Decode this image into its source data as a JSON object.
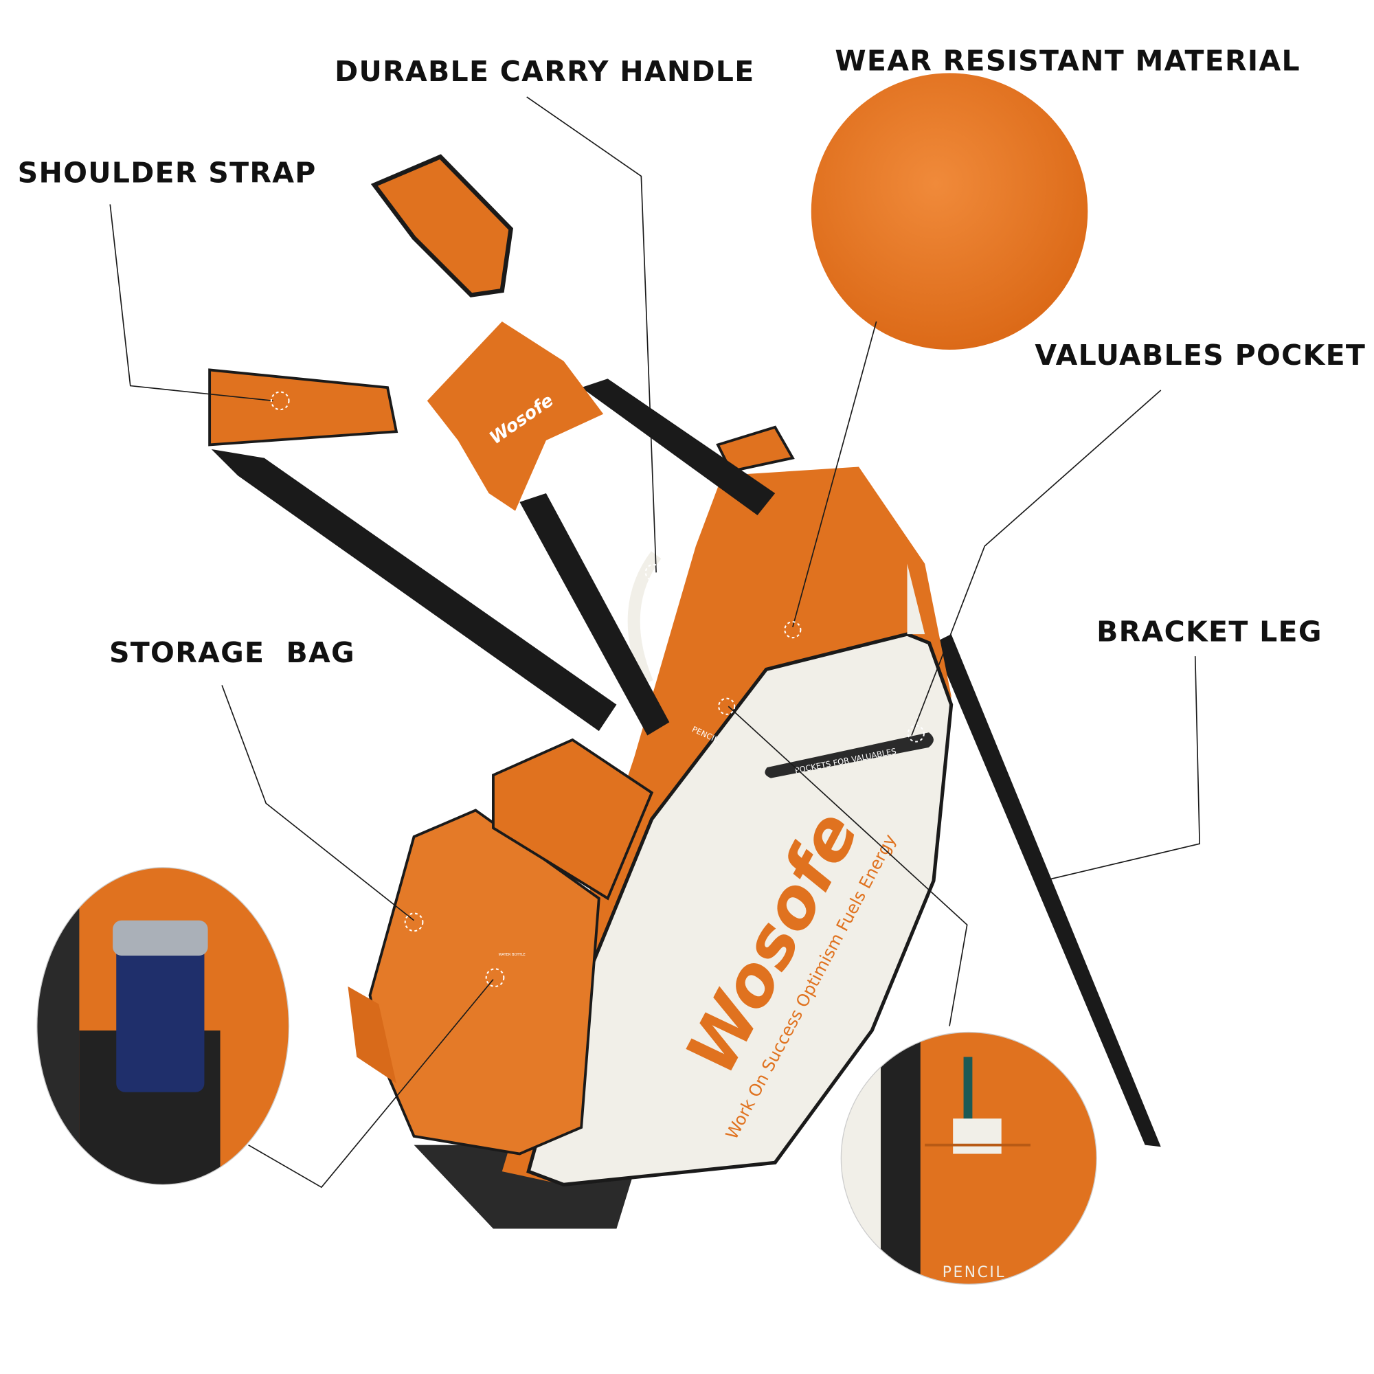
{
  "callouts": {
    "carry_handle": "DURABLE CARRY HANDLE",
    "material": "WEAR RESISTANT MATERIAL",
    "shoulder_strap": "SHOULDER STRAP",
    "valuables_pocket": "VALUABLES POCKET",
    "bracket_leg": "BRACKET LEG",
    "storage_bag": "STORAGE  BAG"
  },
  "bag_print": {
    "brand": "Wosofe",
    "slogan": "Work On Success Optimism Fuels Energy",
    "pocket_label": "POCKETS FOR VALUABLES",
    "pencil_label": "PENCIL",
    "bottle_label": "WATER BOTTLE",
    "detail_pencil_label": "PENCIL"
  },
  "colors": {
    "orange": "#e0721f",
    "cream": "#f1efe8",
    "black": "#1a1a1a",
    "navy": "#1f2f6b"
  }
}
